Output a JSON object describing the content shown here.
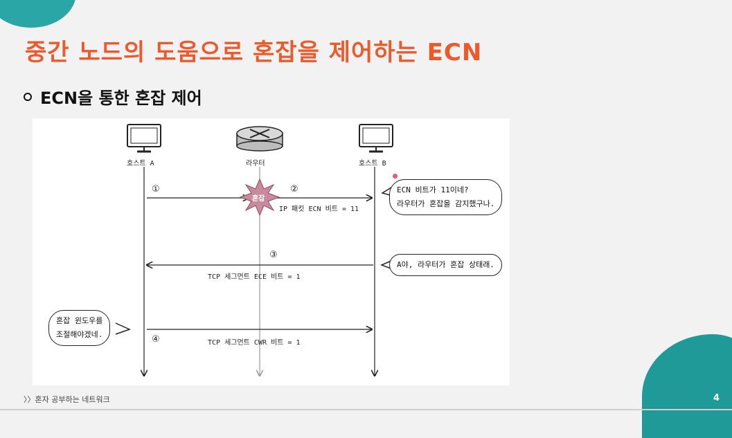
{
  "slide": {
    "title": "중간 노드의 도움으로 혼잡을 제어하는 ECN",
    "bullet": "ECN을 통한 혼잡 제어",
    "footer": "〉〉혼자 공부하는 네트워크",
    "page_number": "4"
  },
  "diagram": {
    "host_a": "호스트 A",
    "router": "라우터",
    "host_b": "호스트 B",
    "congestion": "혼잡",
    "step1": "①",
    "step2": "②",
    "step3": "③",
    "step4": "④",
    "label_ip": "IP 패킷 ECN 비트 = 11",
    "label_ece": "TCP 세그먼트 ECE 비트 = 1",
    "label_cwr": "TCP 세그먼트 CWR 비트 = 1",
    "bubble_b1_line1": "ECN 비트가 11이네?",
    "bubble_b1_line2": "라우터가 혼잡을 감지했구나.",
    "bubble_b2": "A야, 라우터가 혼잡 상태래.",
    "bubble_a_line1": "혼잡 윈도우를",
    "bubble_a_line2": "조절해야겠네."
  }
}
